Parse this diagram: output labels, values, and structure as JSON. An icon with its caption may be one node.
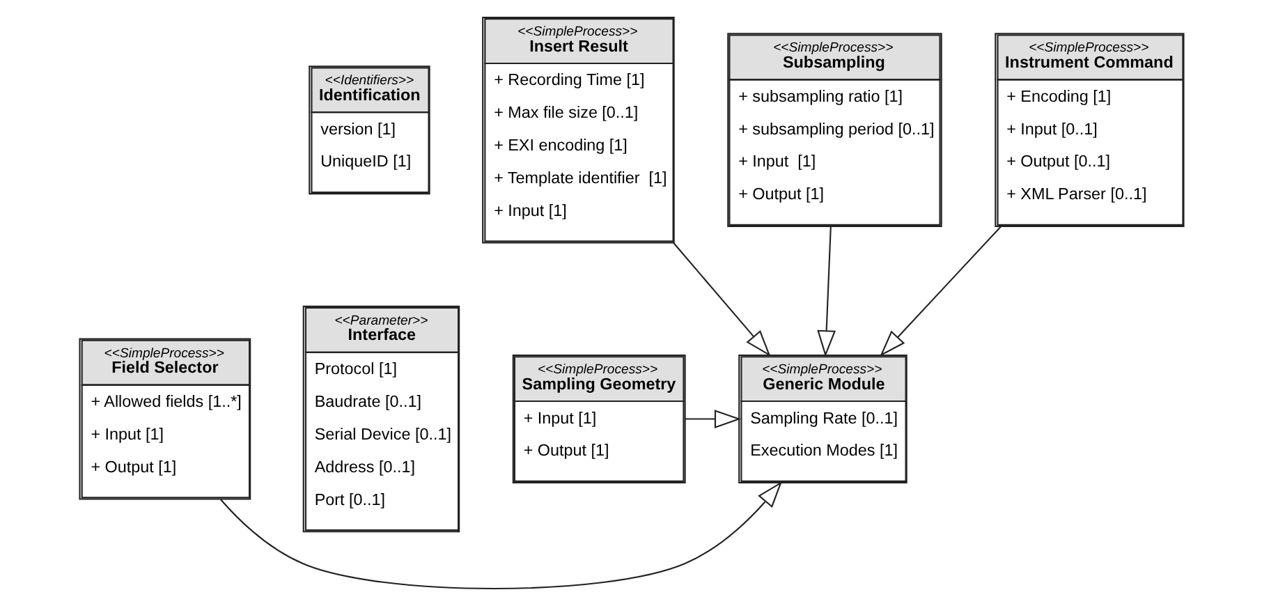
{
  "diagram": {
    "nodes": [
      {
        "text": [
          "<<SimpleProcess>>",
          "Field Selector",
          "+ Allowed fields [1..*]",
          "+ Input [1]",
          "+ Output [1]"
        ]
      },
      {
        "text": [
          "<<SimpleProcess>>",
          "Generic Module",
          "Sampling Rate [0..1]",
          "Execution Modes [1]"
        ]
      },
      {
        "text": [
          "<<SimpleProcess>>",
          "Sampling Geometry",
          "+ Input [1]",
          "+ Output [1]"
        ]
      },
      {
        "text": [
          "<<Parameter>>",
          "Interface",
          "Protocol [1]",
          "Baudrate [0..1]",
          "Serial Device [0..1]",
          "Address [0..1]",
          "Port [0..1]"
        ]
      },
      {
        "text": [
          "<<SimpleProcess>>",
          "Instrument Command",
          "+ Encoding [1]",
          "+ Input [0..1]",
          "+ Output [0..1]",
          "+ XML Parser [0..1]"
        ]
      },
      {
        "text": [
          "<<SimpleProcess>>",
          "Insert Result",
          "+ Recording Time [1]",
          "+ Max file size [0..1]",
          "+ EXI encoding [1]",
          "+ Template identifier  [1]",
          "+ Input [1]"
        ]
      },
      {
        "text": [
          "<<SimpleProcess>>",
          "Subsampling",
          "+ subsampling ratio [1]",
          "+ subsampling period [0..1]",
          "+ Input  [1]",
          "+ Output [1]"
        ]
      },
      {
        "text": [
          "<<Identifiers>>",
          "Identification",
          "version [1]",
          "UniqueID [1]"
        ]
      }
    ],
    "edges": [
      {
        "from": 0,
        "to": 1,
        "arrow": "to"
      },
      {
        "from": 2,
        "to": 1,
        "arrow": "to"
      },
      {
        "from": 4,
        "to": 1,
        "arrow": "to"
      },
      {
        "from": 5,
        "to": 1,
        "arrow": "to"
      },
      {
        "from": 6,
        "to": 1,
        "arrow": "to"
      }
    ]
  }
}
